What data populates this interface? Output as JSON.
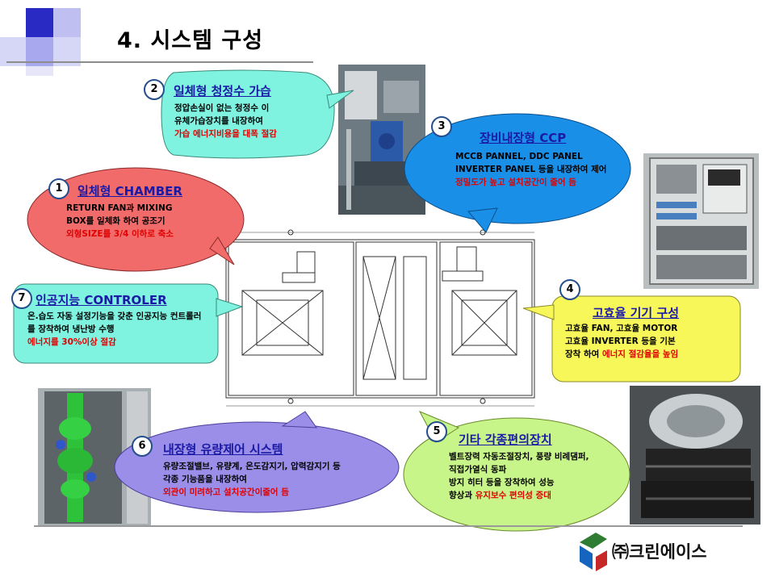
{
  "header": {
    "title": "4. 시스템 구성"
  },
  "callouts": [
    {
      "number": "1",
      "title": "일체형 CHAMBER",
      "lines": [
        "RETURN FAN과 MIXING",
        "BOX를 일체화 하여 공조기"
      ],
      "highlight": "외형SIZE를 3/4 이하로 축소",
      "color": "#f26b6b"
    },
    {
      "number": "2",
      "title": "일체형 청정수 가습",
      "lines": [
        "정압손실이 없는 청정수 이",
        "유체가습장치를 내장하여"
      ],
      "highlight": "가습 에너지비용을 대폭 절감",
      "color": "#7ff2e0"
    },
    {
      "number": "3",
      "title": "장비내장형 CCP",
      "lines": [
        "MCCB PANNEL, DDC PANEL",
        "INVERTER PANEL 등을 내장하여 제어"
      ],
      "highlight": "정밀도가 높고 설치공간이 줄어 듬",
      "color": "#1a8fe8"
    },
    {
      "number": "4",
      "title": "고효율 기기 구성",
      "lines": [
        "고효율 FAN, 고효율 MOTOR",
        "고효율 INVERTER 등을 기본"
      ],
      "lead": "장착 하여 ",
      "highlight": "에너지 절감율을 높임",
      "color": "#f7f75a"
    },
    {
      "number": "5",
      "title": "기타 각종편의장치",
      "lines": [
        "벨트장력 자동조절장치, 풍량 비례댐퍼, 직접가열식 동파",
        "방지 히터 등을 장착하여 성능"
      ],
      "lead": "향상과 ",
      "highlight": "유지보수 편의성 증대",
      "color": "#c8f58a"
    },
    {
      "number": "6",
      "title": "내장형 유량제어 시스템",
      "lines": [
        "유량조절밸브, 유량계, 온도감지기, 압력감지기 등 각종 기능품을 내장하여"
      ],
      "highlight": "외관이 미려하고 설치공간이줄어 듬",
      "color": "#9a8ee8"
    },
    {
      "number": "7",
      "title": "인공지능 CONTROLER",
      "lines": [
        "온.습도 자동 설정기능을 갖춘 인공지능 컨트롤러를 장착하여 냉난방 수행"
      ],
      "highlight": "에너지를 30%이상 절감",
      "color": "#7ff2e0"
    }
  ],
  "logo": {
    "text": "㈜크린에이스",
    "colors": [
      "#2e7d32",
      "#1565c0",
      "#c62828"
    ]
  },
  "colors": {
    "title_blue": "#1a1aa6",
    "highlight_red": "#e00000",
    "badge_border": "#244e8c",
    "header_square_dark": "#2929c4",
    "header_square_light": "#a8a8ee"
  },
  "icons": [
    "number-badge",
    "cleanace-logo-icon"
  ]
}
